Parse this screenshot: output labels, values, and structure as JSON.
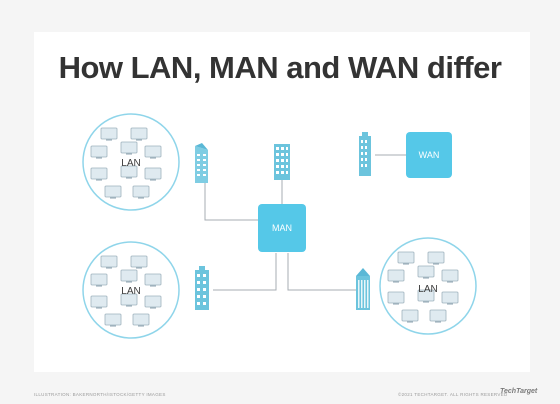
{
  "title": "How LAN, MAN and WAN differ",
  "labels": {
    "lan": "LAN",
    "man": "MAN",
    "wan": "WAN"
  },
  "footer": {
    "illustration_credit": "ILLUSTRATION: BAKERNORTH/ISTOCK/GETTY IMAGES",
    "copyright": "©2021 TECHTARGET. ALL RIGHTS RESERVED",
    "brand": "TechTarget"
  },
  "colors": {
    "node_fill": "#55c8e8",
    "circle_stroke": "#8fd5ea",
    "link_line": "#9aa0a6",
    "building": "#6cc4dd",
    "computer": "#d8e6ee"
  }
}
